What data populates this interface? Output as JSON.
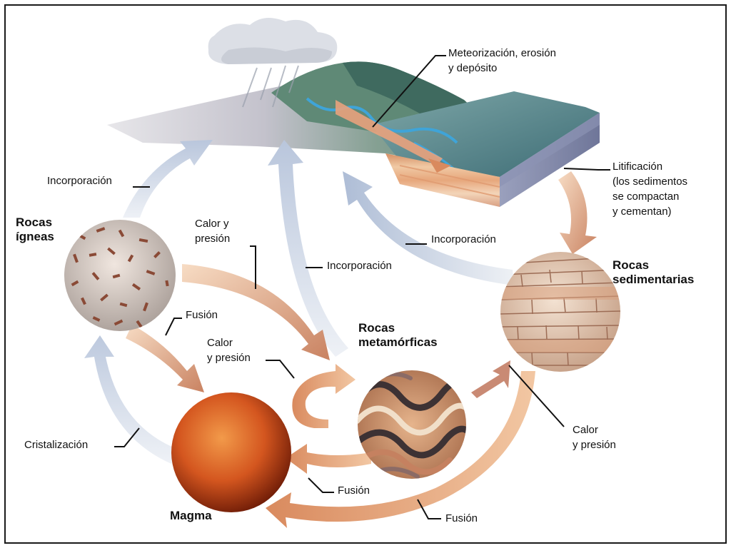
{
  "colors": {
    "outline": "#1a1a1a",
    "arrow_warm": "#e3a27a",
    "arrow_warm_dark": "#b9826a",
    "arrow_cool": "#c4cfe2",
    "magma_core": "#e46a2a",
    "magma_edge": "#7a1e08",
    "sea": "#5f8c94",
    "river": "#3fa4d8"
  },
  "labels": {
    "weathering": [
      "Meteorización, erosión",
      "y depósito"
    ],
    "lithification": [
      "Litificación",
      "(los sedimentos",
      "se compactan",
      "y cementan)"
    ],
    "incorporation_left": "Incorporación",
    "incorporation_right": "Incorporación",
    "incorporation_center": "Incorporación",
    "heat_pressure_top": [
      "Calor y",
      "presión"
    ],
    "heat_pressure_mid": [
      "Calor",
      "y presión"
    ],
    "heat_pressure_right": [
      "Calor",
      "y presión"
    ],
    "melting_igneous": "Fusión",
    "melting_meta": "Fusión",
    "melting_sed": "Fusión",
    "crystallization": "Cristalización"
  },
  "rocks": {
    "igneous": [
      "Rocas",
      "ígneas"
    ],
    "sedimentary": [
      "Rocas",
      "sedimentarias"
    ],
    "metamorphic": [
      "Rocas",
      "metamórficas"
    ],
    "magma": "Magma"
  }
}
